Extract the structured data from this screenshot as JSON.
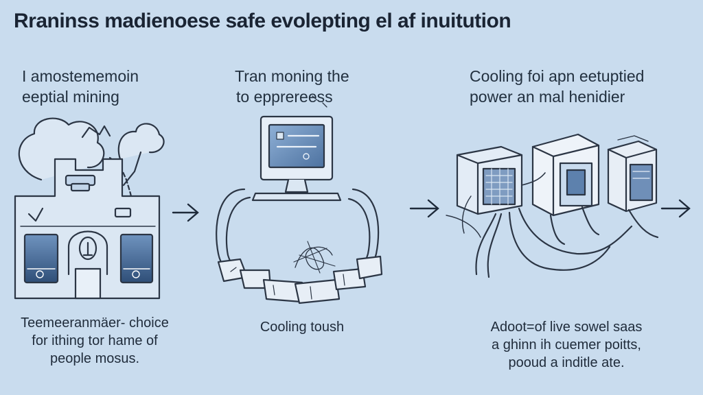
{
  "title": "Rraninss madienoese safe evolepting el af inuitution",
  "panels": [
    {
      "heading_line1": "I amostememoin",
      "heading_line2": "eeptial mining",
      "caption_line1": "Teemeeranmäer- choice",
      "caption_line2": "for ithing tor hame of",
      "caption_line3": "people mosus.",
      "icon": "mining-facility-illustration"
    },
    {
      "heading_line1": "Tran moning the",
      "heading_line2": "to epprereess",
      "caption_line1": "Cooling toush",
      "icon": "computer-with-cooling-loop-illustration"
    },
    {
      "heading_line1": "Cooling foi apn eetuptied",
      "heading_line2": "power an mal henidier",
      "caption_line1": "Adoot=of live sowel saas",
      "caption_line2": "a ghinn ih cuemer poitts,",
      "caption_line3": "pooud a inditle ate.",
      "icon": "server-units-with-cables-illustration"
    }
  ],
  "colors": {
    "background": "#c9dcee",
    "panel_fill": "#dbe7f3",
    "ink": "#2b3544",
    "accent": "#4a6d97"
  }
}
